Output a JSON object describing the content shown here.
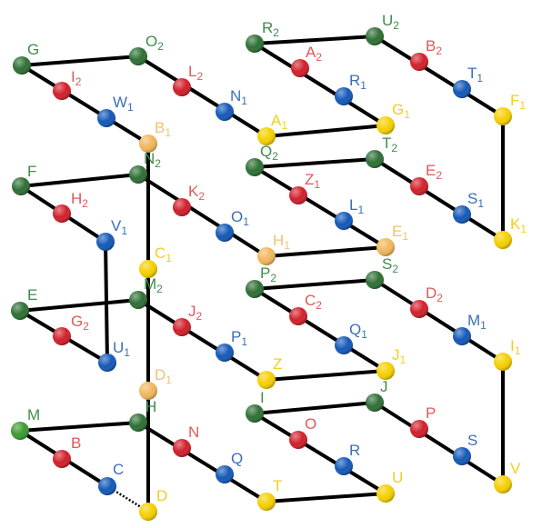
{
  "colors": {
    "green": "#2e6f34",
    "green_light": "#3c9a2f",
    "red": "#d11f2a",
    "blue": "#1358b8",
    "yellow": "#f5cf00",
    "orange": "#f1b65b",
    "label_green": "#3e8d4a",
    "label_red": "#de5a5a",
    "label_blue": "#3b6fb8",
    "label_yellow": "#f2cf1d",
    "label_orange": "#f0c272"
  },
  "nodes": [
    {
      "id": "G",
      "main": "G",
      "sub": "",
      "color": "green"
    },
    {
      "id": "I2",
      "main": "I",
      "sub": "2",
      "color": "red"
    },
    {
      "id": "W1",
      "main": "W",
      "sub": "1",
      "color": "blue"
    },
    {
      "id": "B1",
      "main": "B",
      "sub": "1",
      "color": "orange"
    },
    {
      "id": "O2",
      "main": "O",
      "sub": "2",
      "color": "green"
    },
    {
      "id": "L2",
      "main": "L",
      "sub": "2",
      "color": "red"
    },
    {
      "id": "N1",
      "main": "N",
      "sub": "1",
      "color": "blue"
    },
    {
      "id": "A1",
      "main": "A",
      "sub": "1",
      "color": "yellow"
    },
    {
      "id": "R2",
      "main": "R",
      "sub": "2",
      "color": "green"
    },
    {
      "id": "A2",
      "main": "A",
      "sub": "2",
      "color": "red"
    },
    {
      "id": "R1",
      "main": "R",
      "sub": "1",
      "color": "blue"
    },
    {
      "id": "G1",
      "main": "G",
      "sub": "1",
      "color": "yellow"
    },
    {
      "id": "U2",
      "main": "U",
      "sub": "2",
      "color": "green"
    },
    {
      "id": "B2",
      "main": "B",
      "sub": "2",
      "color": "red"
    },
    {
      "id": "T1",
      "main": "T",
      "sub": "1",
      "color": "blue"
    },
    {
      "id": "F1",
      "main": "F",
      "sub": "1",
      "color": "yellow"
    },
    {
      "id": "F",
      "main": "F",
      "sub": "",
      "color": "green"
    },
    {
      "id": "H2",
      "main": "H",
      "sub": "2",
      "color": "red"
    },
    {
      "id": "V1",
      "main": "V",
      "sub": "1",
      "color": "blue"
    },
    {
      "id": "N2",
      "main": "N",
      "sub": "2",
      "color": "green"
    },
    {
      "id": "K2",
      "main": "K",
      "sub": "2",
      "color": "red"
    },
    {
      "id": "O1",
      "main": "O",
      "sub": "1",
      "color": "blue"
    },
    {
      "id": "H1",
      "main": "H",
      "sub": "1",
      "color": "orange"
    },
    {
      "id": "Q2",
      "main": "Q",
      "sub": "2",
      "color": "green"
    },
    {
      "id": "Z1",
      "main": "Z",
      "sub": "1",
      "color": "red"
    },
    {
      "id": "L1",
      "main": "L",
      "sub": "1",
      "color": "blue"
    },
    {
      "id": "E1",
      "main": "E",
      "sub": "1",
      "color": "orange"
    },
    {
      "id": "T2",
      "main": "T",
      "sub": "2",
      "color": "green"
    },
    {
      "id": "E2",
      "main": "E",
      "sub": "2",
      "color": "red"
    },
    {
      "id": "S1",
      "main": "S",
      "sub": "1",
      "color": "blue"
    },
    {
      "id": "K1",
      "main": "K",
      "sub": "1",
      "color": "yellow"
    },
    {
      "id": "C1",
      "main": "C",
      "sub": "1",
      "color": "yellow"
    },
    {
      "id": "E",
      "main": "E",
      "sub": "",
      "color": "green"
    },
    {
      "id": "G2",
      "main": "G",
      "sub": "2",
      "color": "red"
    },
    {
      "id": "U1",
      "main": "U",
      "sub": "1",
      "color": "blue"
    },
    {
      "id": "M2",
      "main": "M",
      "sub": "2",
      "color": "green"
    },
    {
      "id": "J2",
      "main": "J",
      "sub": "2",
      "color": "red"
    },
    {
      "id": "P1",
      "main": "P",
      "sub": "1",
      "color": "blue"
    },
    {
      "id": "Z",
      "main": "Z",
      "sub": "",
      "color": "yellow"
    },
    {
      "id": "P2",
      "main": "P",
      "sub": "2",
      "color": "green"
    },
    {
      "id": "C2",
      "main": "C",
      "sub": "2",
      "color": "red"
    },
    {
      "id": "Q1",
      "main": "Q",
      "sub": "1",
      "color": "blue"
    },
    {
      "id": "J1",
      "main": "J",
      "sub": "1",
      "color": "yellow"
    },
    {
      "id": "S2",
      "main": "S",
      "sub": "2",
      "color": "green"
    },
    {
      "id": "D2",
      "main": "D",
      "sub": "2",
      "color": "red"
    },
    {
      "id": "M1",
      "main": "M",
      "sub": "1",
      "color": "blue"
    },
    {
      "id": "I1",
      "main": "I",
      "sub": "1",
      "color": "yellow"
    },
    {
      "id": "D1",
      "main": "D",
      "sub": "1",
      "color": "orange"
    },
    {
      "id": "M",
      "main": "M",
      "sub": "",
      "color": "green_light"
    },
    {
      "id": "B",
      "main": "B",
      "sub": "",
      "color": "red"
    },
    {
      "id": "C",
      "main": "C",
      "sub": "",
      "color": "blue"
    },
    {
      "id": "D",
      "main": "D",
      "sub": "",
      "color": "yellow"
    },
    {
      "id": "H",
      "main": "H",
      "sub": "",
      "color": "green"
    },
    {
      "id": "N",
      "main": "N",
      "sub": "",
      "color": "red"
    },
    {
      "id": "Q",
      "main": "Q",
      "sub": "",
      "color": "blue"
    },
    {
      "id": "T",
      "main": "T",
      "sub": "",
      "color": "yellow"
    },
    {
      "id": "I",
      "main": "I",
      "sub": "",
      "color": "green"
    },
    {
      "id": "O",
      "main": "O",
      "sub": "",
      "color": "red"
    },
    {
      "id": "R",
      "main": "R",
      "sub": "",
      "color": "blue"
    },
    {
      "id": "U",
      "main": "U",
      "sub": "",
      "color": "yellow"
    },
    {
      "id": "J",
      "main": "J",
      "sub": "",
      "color": "green"
    },
    {
      "id": "P",
      "main": "P",
      "sub": "",
      "color": "red"
    },
    {
      "id": "S",
      "main": "S",
      "sub": "",
      "color": "blue"
    },
    {
      "id": "V",
      "main": "V",
      "sub": "",
      "color": "yellow"
    }
  ],
  "edges": [
    [
      "G",
      "O2"
    ],
    [
      "G",
      "B1"
    ],
    [
      "O2",
      "A1"
    ],
    [
      "A1",
      "G1"
    ],
    [
      "R2",
      "U2"
    ],
    [
      "R2",
      "G1"
    ],
    [
      "U2",
      "F1"
    ],
    [
      "F1",
      "K1"
    ],
    [
      "F",
      "N2"
    ],
    [
      "F",
      "V1"
    ],
    [
      "V1",
      "U1"
    ],
    [
      "N2",
      "H1"
    ],
    [
      "H1",
      "E1"
    ],
    [
      "Q2",
      "T2"
    ],
    [
      "Q2",
      "E1"
    ],
    [
      "T2",
      "K1"
    ],
    [
      "B1",
      "D"
    ],
    [
      "E",
      "M2"
    ],
    [
      "E",
      "U1"
    ],
    [
      "M2",
      "Z"
    ],
    [
      "Z",
      "J1"
    ],
    [
      "P2",
      "S2"
    ],
    [
      "P2",
      "J1"
    ],
    [
      "S2",
      "I1"
    ],
    [
      "I1",
      "V"
    ],
    [
      "M",
      "H"
    ],
    [
      "M",
      "C"
    ],
    [
      "H",
      "T"
    ],
    [
      "T",
      "U"
    ],
    [
      "I",
      "J"
    ],
    [
      "I",
      "U"
    ],
    [
      "J",
      "V"
    ]
  ],
  "dotted_edges": [
    [
      "C",
      "D"
    ]
  ]
}
